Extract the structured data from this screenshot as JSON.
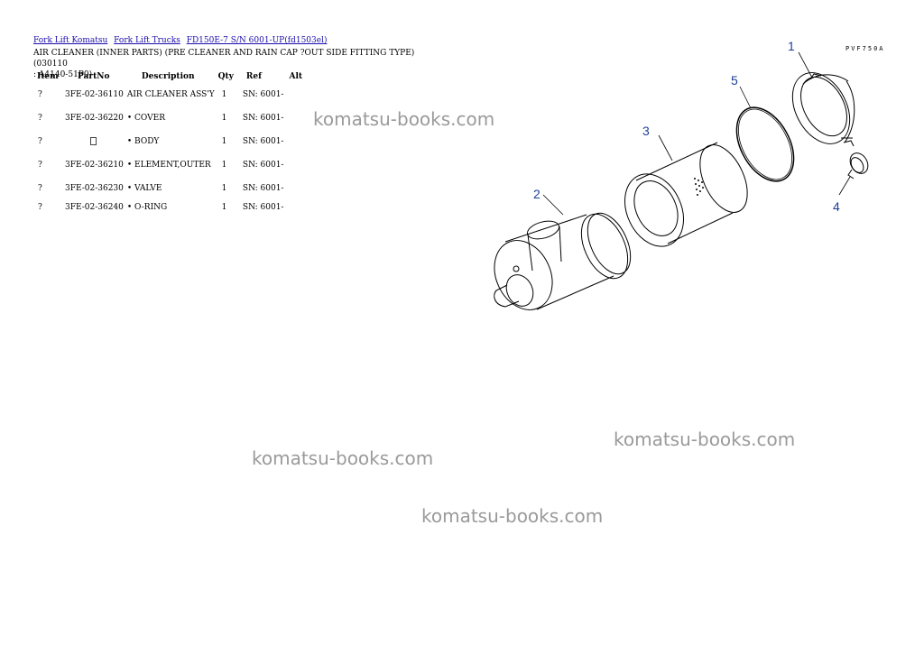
{
  "breadcrumb": {
    "items": [
      "Fork Lift Komatsu",
      "Fork Lift Trucks",
      "FD150E-7 S/N 6001-UP(fd1503el)"
    ]
  },
  "title": {
    "line1": "AIR CLEANER (INNER PARTS) (PRE CLEANER AND RAIN CAP ?OUT SIDE FITTING TYPE)(030110",
    "line2": ": A4140-51P0)"
  },
  "table": {
    "headers": [
      "Item",
      "PartNo",
      "Description",
      "Qty",
      "Ref",
      "Alt"
    ],
    "rows": [
      {
        "item": "?",
        "part_no": "3FE-02-36110",
        "description": "AIR CLEANER ASS'Y",
        "qty": "1",
        "ref": "SN: 6001-",
        "alt": ""
      },
      {
        "item": "?",
        "part_no": "3FE-02-36220",
        "description": "• COVER",
        "qty": "1",
        "ref": "SN: 6001-",
        "alt": ""
      },
      {
        "item": "?",
        "part_no": "",
        "description": "• BODY",
        "qty": "1",
        "ref": "SN: 6001-",
        "alt": ""
      },
      {
        "item": "?",
        "part_no": "3FE-02-36210",
        "description": "• ELEMENT,OUTER",
        "qty": "1",
        "ref": "SN: 6001-",
        "alt": ""
      },
      {
        "item": "?",
        "part_no": "3FE-02-36230",
        "description": "• VALVE",
        "qty": "1",
        "ref": "SN: 6001-",
        "alt": ""
      },
      {
        "item": "?",
        "part_no": "3FE-02-36240",
        "description": "• O-RING",
        "qty": "1",
        "ref": "SN: 6001-",
        "alt": ""
      }
    ]
  },
  "watermark": {
    "text": "komatsu-books.com"
  },
  "diagram": {
    "drawing_code": "PVF750A",
    "callouts": [
      "1",
      "2",
      "3",
      "4",
      "5"
    ],
    "callout_color": "#1c3f94"
  }
}
